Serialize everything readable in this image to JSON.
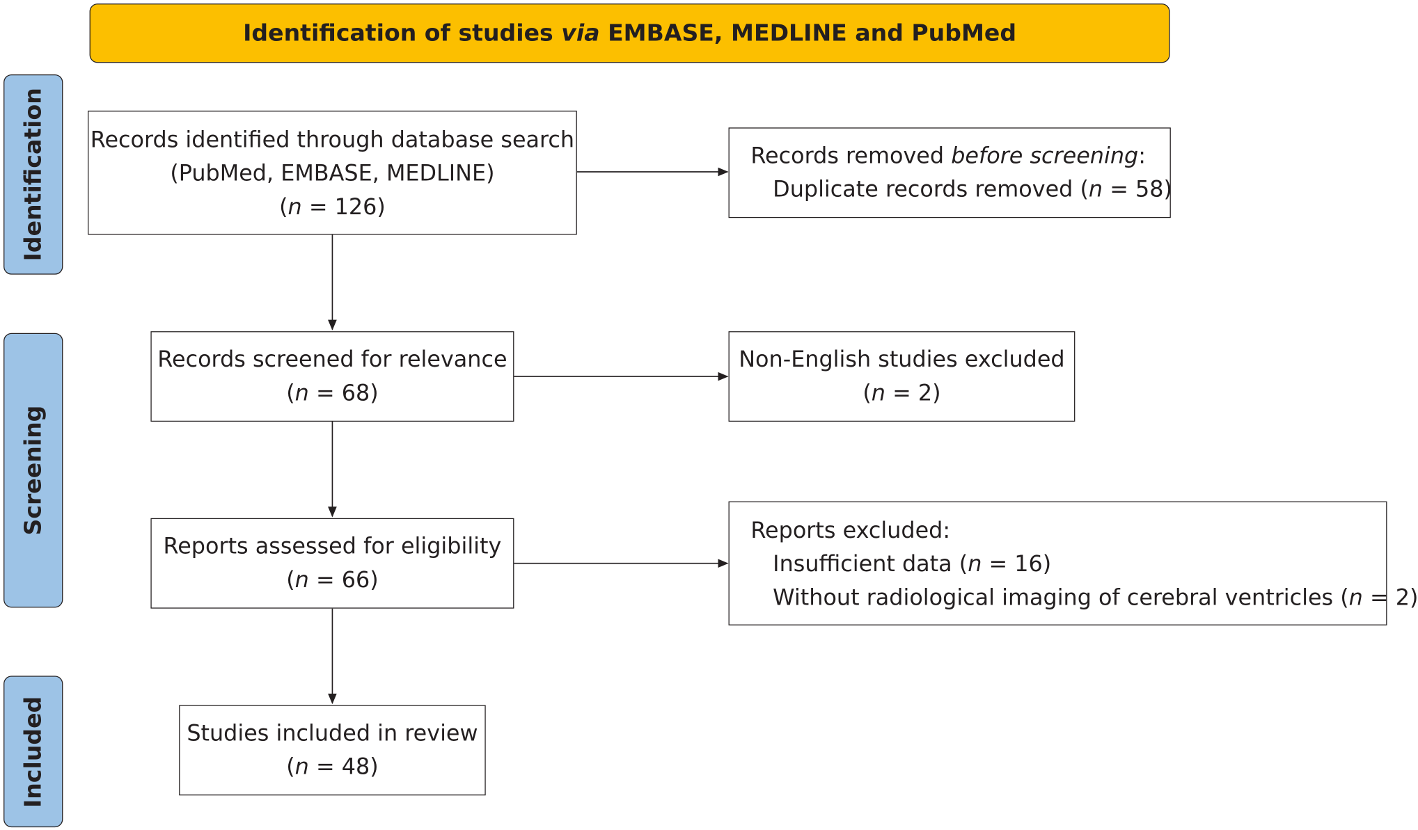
{
  "header": {
    "prefix": "Identification of studies ",
    "italic": "via",
    "suffix": " EMBASE, MEDLINE and PubMed"
  },
  "phases": {
    "identification": "Identification",
    "screening": "Screening",
    "included": "Included"
  },
  "identified": {
    "line1": "Records identified through database search",
    "line2": "(PubMed, EMBASE, MEDLINE)",
    "n_prefix": "(",
    "n_var": "n",
    "n_suffix": " = 126)"
  },
  "removed": {
    "line1_prefix": "Records removed ",
    "line1_italic": "before screening",
    "line1_suffix": ":",
    "line2_prefix": "Duplicate records removed (",
    "line2_var": "n",
    "line2_suffix": " = 58)"
  },
  "screened": {
    "line1": "Records screened for relevance",
    "n_prefix": "(",
    "n_var": "n",
    "n_suffix": " = 68)"
  },
  "non_english": {
    "line1": "Non-English studies excluded",
    "n_prefix": "(",
    "n_var": "n",
    "n_suffix": " = 2)"
  },
  "assessed": {
    "line1": "Reports assessed for eligibility",
    "n_prefix": "(",
    "n_var": "n",
    "n_suffix": " = 66)"
  },
  "reports_excluded": {
    "line1": "Reports excluded:",
    "line2_prefix": "Insufficient data (",
    "line2_var": "n",
    "line2_suffix": " = 16)",
    "line3_prefix": "Without radiological imaging of cerebral ventricles (",
    "line3_var": "n",
    "line3_suffix": " = 2)"
  },
  "included": {
    "line1": "Studies included in review",
    "n_prefix": "(",
    "n_var": "n",
    "n_suffix": " = 48)"
  },
  "colors": {
    "header_fill": "#fcbf00",
    "phase_fill": "#9dc3e6",
    "line": "#231f20"
  }
}
